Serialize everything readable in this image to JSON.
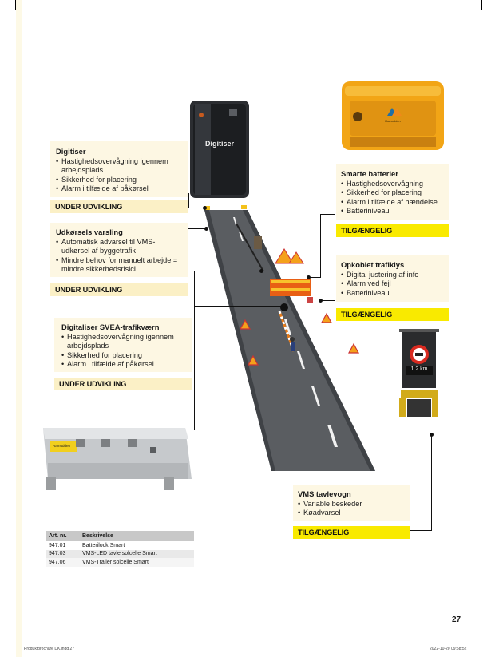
{
  "cards": {
    "digitiser": {
      "title": "Digitiser",
      "bullets": [
        "Hastighedsovervågning igennem arbejdsplads",
        "Sikkerhed for placering",
        "Alarm i tilfælde af påkørsel"
      ],
      "status": "UNDER UDVIKLING"
    },
    "udkorsel": {
      "title": "Udkørsels varsling",
      "bullets": [
        "Automatisk advarsel til VMS-udkørsel af byggetrafik",
        "Mindre behov for manuelt arbejde = mindre sikkerhedsrisici"
      ],
      "status": "UNDER UDVIKLING"
    },
    "svea": {
      "title": "Digitaliser SVEA-trafikværn",
      "bullets": [
        "Hastighedsovervågning igennem arbejdsplads",
        "Sikkerhed for placering",
        "Alarm i tilfælde af påkørsel"
      ],
      "status": "UNDER UDVIKLING"
    },
    "batterier": {
      "title": "Smarte batterier",
      "bullets": [
        "Hastighedsovervågning",
        "Sikkerhed for placering",
        "Alarm i tilfælde af hændelse",
        "Batteriniveau"
      ],
      "status": "TILGÆNGELIG"
    },
    "trafiklys": {
      "title": "Opkoblet trafiklys",
      "bullets": [
        "Digital justering af info",
        "Alarm ved fejl",
        "Batteriniveau"
      ],
      "status": "TILGÆNGELIG"
    },
    "vms": {
      "title": "VMS tavlevogn",
      "bullets": [
        "Variable beskeder",
        "Køadvarsel"
      ],
      "status": "TILGÆNGELIG"
    }
  },
  "products": {
    "digitiser_label": "Digitiser",
    "battery_brand": "Ramudden",
    "barrier_brand": "Ramudden",
    "vms_display": "1.2 km"
  },
  "table": {
    "headers": [
      "Art. nr.",
      "Beskrivelse"
    ],
    "rows": [
      [
        "947.01",
        "Batterilock Smart"
      ],
      [
        "947.03",
        "VMS-LED tavle solcelle Smart"
      ],
      [
        "947.06",
        "VMS-Trailer solcelle Smart"
      ]
    ]
  },
  "page_number": "27",
  "footer": {
    "left": "Produktbrochure DK.indd 27",
    "right": "2022-10-20 09:58:52"
  },
  "colors": {
    "available": "#f9ea00",
    "in_development": "#fbf0c6",
    "card_bg": "#fdf7e3"
  }
}
